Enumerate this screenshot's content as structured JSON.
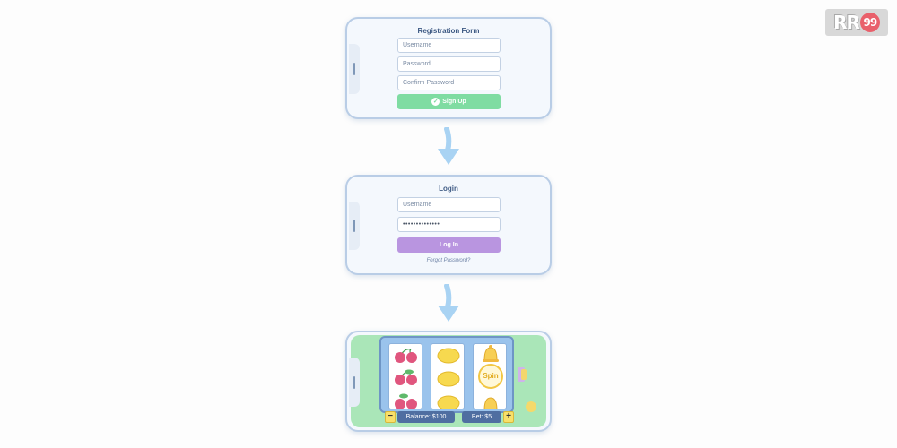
{
  "registration": {
    "title": "Registration Form",
    "username_placeholder": "Username",
    "password_placeholder": "Password",
    "confirm_placeholder": "Confirm Password",
    "signup_label": "Sign Up"
  },
  "login": {
    "title": "Login",
    "username_placeholder": "Username",
    "password_value": "••••••••••••••",
    "login_label": "Log In",
    "forgot_label": "Forgot Password?"
  },
  "slot": {
    "reels": [
      [
        "cherry",
        "cherry",
        "cherry"
      ],
      [
        "lemon",
        "lemon",
        "lemon"
      ],
      [
        "bell",
        "spin-coin",
        "bell"
      ]
    ],
    "spin_label": "Spin",
    "balance_label": "Balance: $100",
    "bet_label": "Bet: $5",
    "minus_label": "−",
    "plus_label": "+"
  },
  "logo": {
    "text": "RR",
    "number": "99"
  },
  "colors": {
    "accent_green": "#7fdca2",
    "accent_purple": "#b995e0",
    "arrow_blue": "#a9d3f3",
    "phone_border": "#b9cde6"
  }
}
